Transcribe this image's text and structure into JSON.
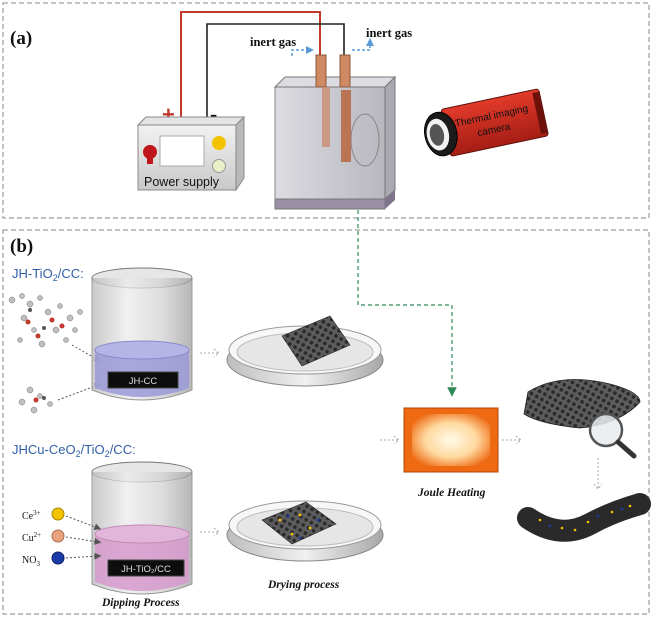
{
  "panel_a": {
    "label": "(a)",
    "power_supply_label": "Power supply",
    "plus_sign": "+",
    "minus_sign": "-",
    "inert_gas_in": "inert gas",
    "inert_gas_out": "inert gas",
    "camera_label_line1": "Thermal imaging",
    "camera_label_line2": "camera"
  },
  "panel_b": {
    "label": "(b)",
    "sample1_title": "JH-TiO",
    "sample1_title_sub": "2",
    "sample1_title_end": "/CC:",
    "sample2_title_a": "JHCu-CeO",
    "sample2_title_sub1": "2",
    "sample2_title_b": "/TiO",
    "sample2_title_sub2": "2",
    "sample2_title_end": "/CC:",
    "beaker1_label": "JH-CC",
    "beaker2_label": "JH-TiO₂/CC",
    "ion1": "Ce",
    "ion1_sup": "3+",
    "ion2": "Cu",
    "ion2_sup": "2+",
    "ion3": "NO",
    "ion3_sub": "3",
    "dipping_label": "Dipping Process",
    "drying_label": "Drying process",
    "joule_label": "Joule Heating"
  },
  "colors": {
    "wire_red": "#c0392b",
    "solution_blue": "#9a9ad8",
    "solution_pink": "#d59acb",
    "title_blue": "#2f5fa7",
    "heater_orange": "#ee6a12",
    "arrow_green": "#2e8b57"
  }
}
